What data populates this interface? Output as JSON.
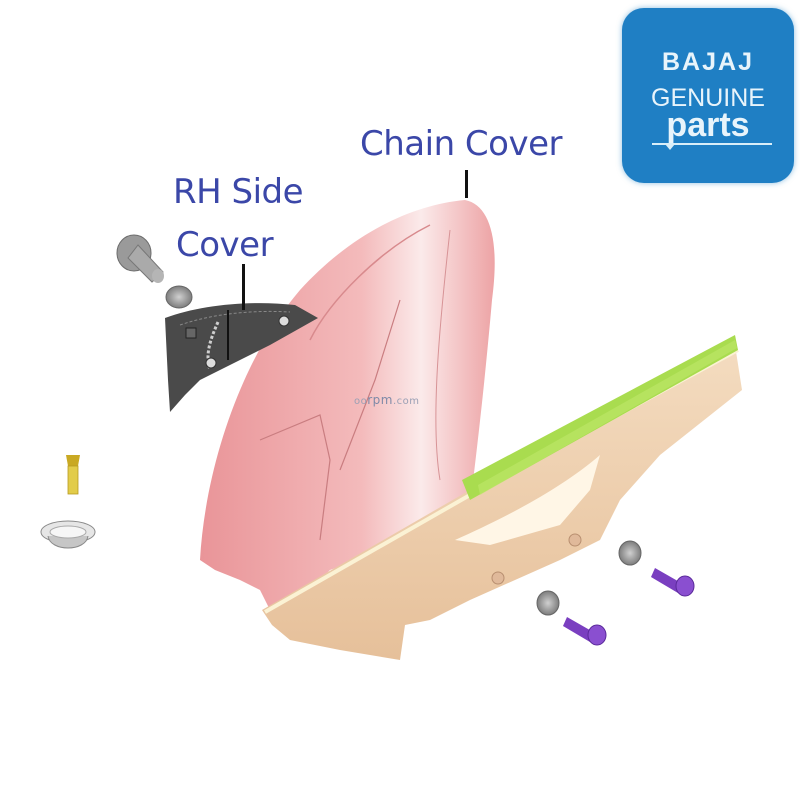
{
  "labels": {
    "chain_cover": "Chain Cover",
    "rh_side_cover_line1": "RH Side",
    "rh_side_cover_line2": "Cover"
  },
  "logo": {
    "brand": "BAJAJ",
    "line2": "GENUINE",
    "line3": "parts",
    "background": "#1f7fc4"
  },
  "watermark": {
    "prefix": "oo",
    "main": "rpm",
    "suffix": ".com"
  },
  "parts": [
    {
      "name": "Chain Cover",
      "color": "#eea3a6"
    },
    {
      "name": "RH Side Cover",
      "color": "#3c3c3c"
    },
    {
      "name": "Chain guard bracket",
      "color": "#edc9a6"
    },
    {
      "name": "Green strip",
      "color": "#a9dc4f"
    },
    {
      "name": "Purple bolts",
      "color": "#7a3fc0"
    },
    {
      "name": "Grey washers",
      "color": "#9a9a9a"
    },
    {
      "name": "Gold bolt",
      "color": "#d9c13a"
    },
    {
      "name": "Chrome cup washer",
      "color": "#c8c8c8"
    }
  ]
}
